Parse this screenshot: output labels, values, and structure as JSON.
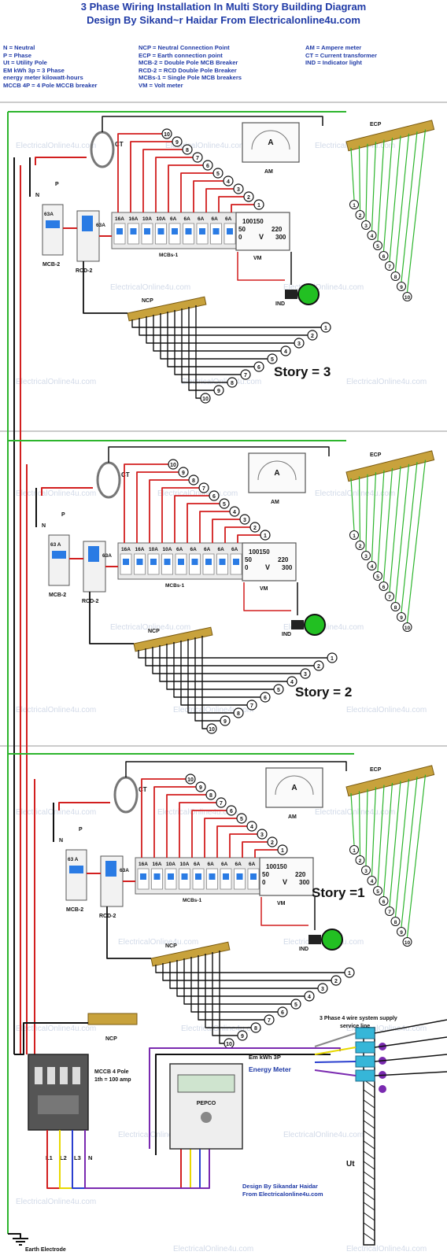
{
  "header": {
    "title_line1": "3 Phase Wiring Installation In Multi Story Building Diagram",
    "title_line2": "Design By Sikand~r Haidar From Electricalonline4u.com"
  },
  "legend": {
    "col1": [
      "N = Neutral",
      "P = Phase",
      "Ut = Utility Pole",
      "EM kWh 3p = 3 Phase",
      "energy meter kilowatt-hours",
      "MCCB 4P = 4 Pole MCCB breaker"
    ],
    "col2": [
      "NCP = Neutral Connection Point",
      "ECP = Earth connection point",
      "MCB-2 = Double Pole MCB Breaker",
      "RCD-2 = RCD Double Pole Breaker",
      "MCBs-1 = Single Pole MCB breakers",
      "VM = Volt meter"
    ],
    "col3": [
      "AM = Ampere meter",
      "CT = Current transformer",
      "IND = Indicator light"
    ]
  },
  "watermark": "ElectricalOnline4u.com",
  "colors": {
    "title": "#1f3aa6",
    "wire_red": "#d21f1f",
    "wire_black": "#111111",
    "wire_green": "#2db52d",
    "wire_yellow": "#e8d800",
    "wire_blue": "#2a3fcf",
    "wire_purple": "#7a2ab0",
    "wire_grey": "#888888",
    "bus": "#c8a23c",
    "indicator": "#22c022",
    "mcb": "#2a7be4"
  },
  "stories": [
    {
      "label": "Story = 3",
      "ct": "CT",
      "ecp": "ECP",
      "ncp": "NCP",
      "n": "N",
      "p": "P",
      "mcb2": "MCB-2",
      "mcb2_rating": "63A",
      "rcd2": "RCD-2",
      "rcd2_rating": "63A",
      "mcbs_label": "MCBs-1",
      "ratings": [
        "16A",
        "16A",
        "10A",
        "10A",
        "6A",
        "6A",
        "6A",
        "6A",
        "6A"
      ],
      "am": "AM",
      "am_letter": "A",
      "vm": "VM",
      "vm_letter": "V",
      "vm_scale": [
        "50",
        "100150",
        "220",
        "0",
        "300"
      ],
      "ind": "IND",
      "circuits": [
        "1",
        "2",
        "3",
        "4",
        "5",
        "6",
        "7",
        "8",
        "9",
        "10"
      ]
    },
    {
      "label": "Story = 2",
      "ct": "CT",
      "ecp": "ECP",
      "ncp": "NCP",
      "n": "N",
      "p": "P",
      "mcb2": "MCB-2",
      "mcb2_rating": "63 A",
      "rcd2": "RCD-2",
      "rcd2_rating": "63A",
      "mcbs_label": "MCBs-1",
      "ratings": [
        "16A",
        "16A",
        "10A",
        "10A",
        "6A",
        "6A",
        "6A",
        "6A",
        "6A"
      ],
      "am": "AM",
      "am_letter": "A",
      "vm": "VM",
      "vm_letter": "V",
      "vm_scale": [
        "50",
        "100150",
        "220",
        "0",
        "300"
      ],
      "ind": "IND",
      "circuits": [
        "1",
        "2",
        "3",
        "4",
        "5",
        "6",
        "7",
        "8",
        "9",
        "10"
      ]
    },
    {
      "label": "Story =1",
      "ct": "CT",
      "ecp": "ECP",
      "ncp": "NCP",
      "n": "N",
      "p": "P",
      "mcb2": "MCB-2",
      "mcb2_rating": "63 A",
      "rcd2": "RCD-2",
      "rcd2_rating": "63A",
      "mcbs_label": "MCBs-1",
      "ratings": [
        "16A",
        "16A",
        "10A",
        "10A",
        "6A",
        "6A",
        "6A",
        "6A",
        "6A"
      ],
      "am": "AM",
      "am_letter": "A",
      "vm": "VM",
      "vm_letter": "V",
      "vm_scale": [
        "50",
        "100150",
        "220",
        "0",
        "300"
      ],
      "ind": "IND",
      "circuits": [
        "1",
        "2",
        "3",
        "4",
        "5",
        "6",
        "7",
        "8",
        "9",
        "10"
      ]
    }
  ],
  "bottom": {
    "ncp": "NCP",
    "supply_line1": "3 Phase 4 wire system supply",
    "supply_line2": "service line",
    "em_label": "Em kWh 3P",
    "energy_meter": "Energy Meter",
    "mccb_line1": "MCCB 4 Pole",
    "mccb_line2": "1th = 100 amp",
    "lines": [
      "L1",
      "L2",
      "L3",
      "N"
    ],
    "ut": "Ut",
    "earth": "Earth Electrode",
    "credit_line1": "Design By Sikandar Haidar",
    "credit_line2": "From Electricalonline4u.com",
    "meter_brand": "PEPCO"
  }
}
